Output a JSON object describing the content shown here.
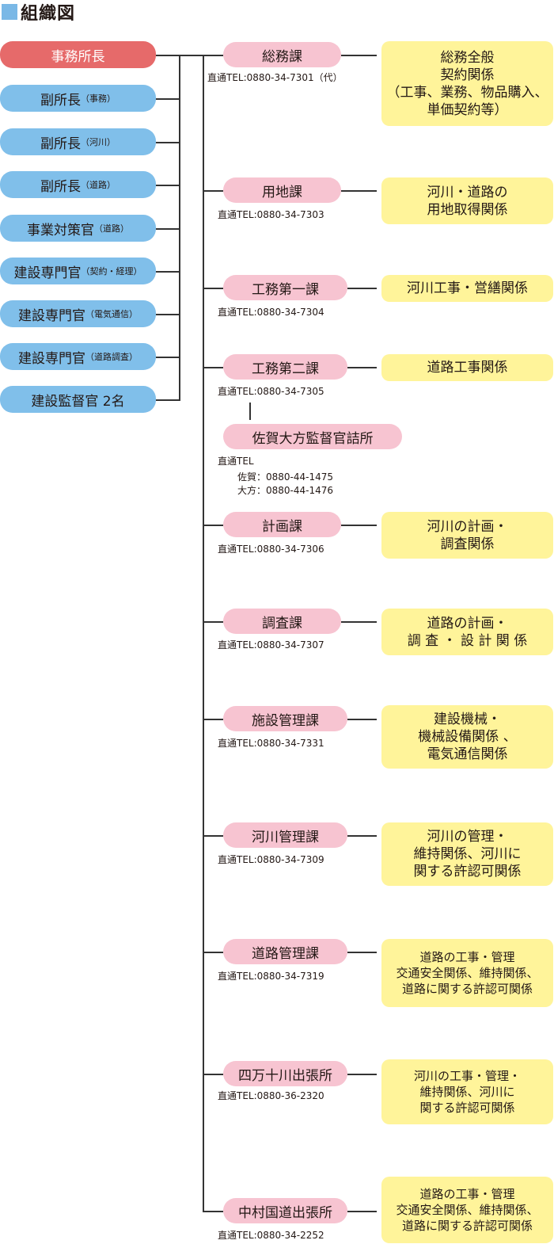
{
  "title": "組織図",
  "colors": {
    "head": "#e66a6a",
    "staff": "#80bfea",
    "section": "#f7c4d1",
    "duty": "#fff49a",
    "title_square": "#7ab8e6"
  },
  "staff": [
    {
      "label": "事務所長",
      "note": ""
    },
    {
      "label": "副所長",
      "note": "（事務）"
    },
    {
      "label": "副所長",
      "note": "（河川）"
    },
    {
      "label": "副所長",
      "note": "（道路）"
    },
    {
      "label": "事業対策官",
      "note": "（道路）"
    },
    {
      "label": "建設専門官",
      "note": "（契約・経理）"
    },
    {
      "label": "建設専門官",
      "note": "（電気通信）"
    },
    {
      "label": "建設専門官",
      "note": "（道路調査）"
    },
    {
      "label": "建設監督官 2名",
      "note": ""
    }
  ],
  "sections": [
    {
      "name": "総務課",
      "tel": "直通TEL:0880-34-7301（代）",
      "duties": [
        "総務全般",
        "契約関係",
        "（工事、業務、物品購入、",
        "単価契約等）"
      ]
    },
    {
      "name": "用地課",
      "tel": "直通TEL:0880-34-7303",
      "duties": [
        "河川・道路の",
        "用地取得関係"
      ]
    },
    {
      "name": "工務第一課",
      "tel": "直通TEL:0880-34-7304",
      "duties": [
        "河川工事・営繕関係"
      ]
    },
    {
      "name": "工務第二課",
      "tel": "直通TEL:0880-34-7305",
      "duties": [
        "道路工事関係"
      ]
    },
    {
      "name": "計画課",
      "tel": "直通TEL:0880-34-7306",
      "duties": [
        "河川の計画・",
        "調査関係"
      ]
    },
    {
      "name": "調査課",
      "tel": "直通TEL:0880-34-7307",
      "duties": [
        "道路の計画・",
        "調 査 ・ 設 計 関 係"
      ]
    },
    {
      "name": "施設管理課",
      "tel": "直通TEL:0880-34-7331",
      "duties": [
        "建設機械・",
        "機械設備関係 、",
        "電気通信関係"
      ]
    },
    {
      "name": "河川管理課",
      "tel": "直通TEL:0880-34-7309",
      "duties": [
        "河川の管理・",
        "維持関係、河川に",
        "関する許認可関係"
      ]
    },
    {
      "name": "道路管理課",
      "tel": "直通TEL:0880-34-7319",
      "duties": [
        "道路の工事・管理",
        "交通安全関係、維持関係、",
        "道路に関する許認可関係"
      ]
    },
    {
      "name": "四万十川出張所",
      "tel": "直通TEL:0880-36-2320",
      "duties": [
        "河川の工事・管理・",
        "維持関係、河川に",
        "関する許認可関係"
      ]
    },
    {
      "name": "中村国道出張所",
      "tel": "直通TEL:0880-34-2252",
      "duties": [
        "道路の工事・管理",
        "交通安全関係、維持関係、",
        "道路に関する許認可関係"
      ]
    }
  ],
  "sub_office": {
    "name": "佐賀大方監督官詰所",
    "tel_label": "直通TEL",
    "tel_saga": "佐賀：0880-44-1475",
    "tel_oogata": "大方：0880-44-1476"
  }
}
